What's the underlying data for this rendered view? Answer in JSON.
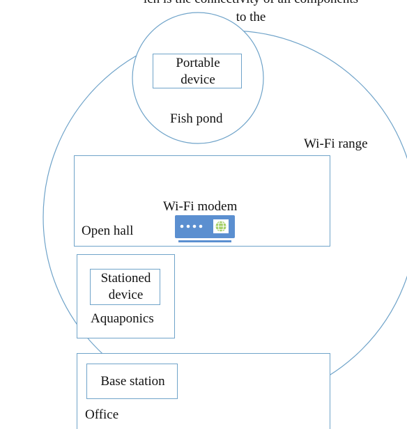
{
  "diagram": {
    "header_cut_text": "ich is the connectivity of all components to the",
    "wifi_range_label": "Wi-Fi range",
    "fish_pond": {
      "label": "Fish pond",
      "device_line1": "Portable",
      "device_line2": "device"
    },
    "open_hall": {
      "label": "Open hall",
      "modem_label": "Wi-Fi modem",
      "modem_icon": "wifi-modem-icon"
    },
    "aquaponics": {
      "label": "Aquaponics",
      "device_line1": "Stationed",
      "device_line2": "device"
    },
    "office": {
      "label": "Office",
      "base_station_label": "Base station"
    },
    "colors": {
      "outline": "#6fa3c9",
      "modem_fill": "#5b8fd0",
      "modem_dots": "#ffffff",
      "globe_fill": "#a7d06a",
      "text": "#111111"
    }
  }
}
